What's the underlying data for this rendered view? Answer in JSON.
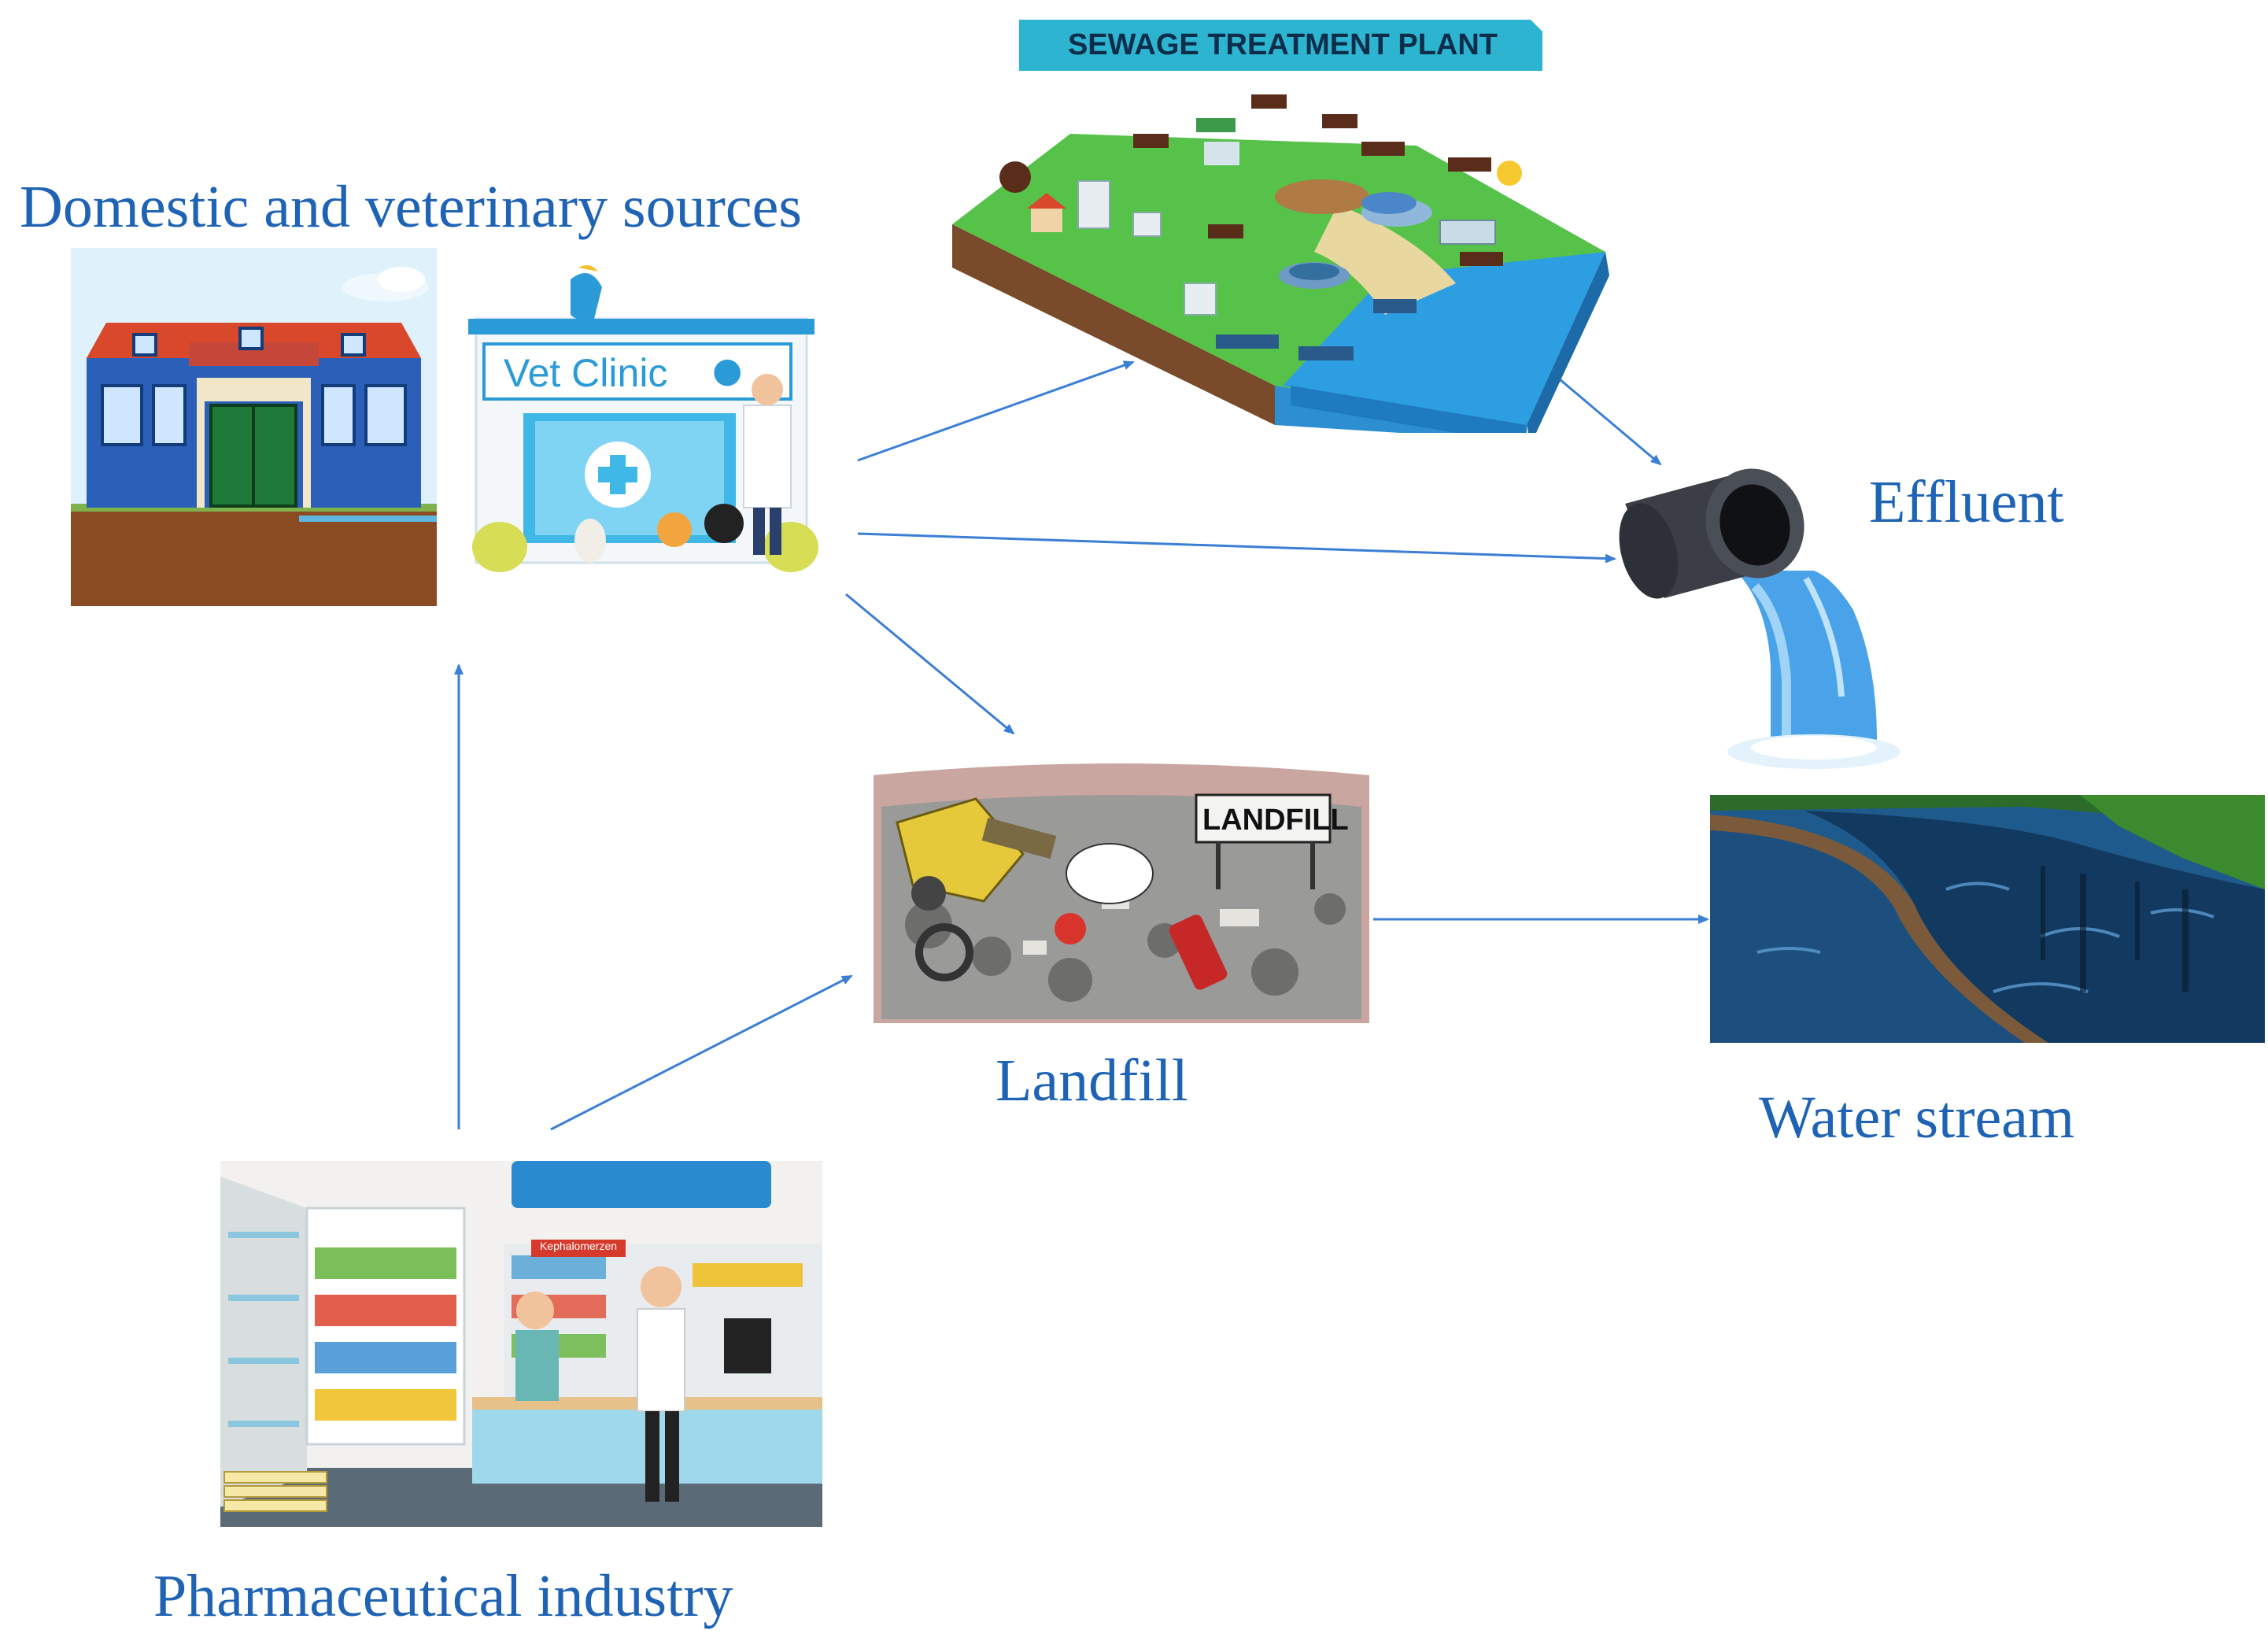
{
  "labels": {
    "domestic": "Domestic and veterinary sources",
    "effluent": "Effluent",
    "landfill": "Landfill",
    "water_stream": "Water stream",
    "pharma": "Pharmaceutical industry"
  },
  "panels": {
    "sewage_title": "SEWAGE TREATMENT PLANT",
    "vet_sign": "Vet Clinic",
    "landfill_sign": "LANDFILL",
    "pharmacy_sign": "Kephalomerzen"
  },
  "colors": {
    "label_blue": "#1f63b5",
    "arrow_blue": "#3b7fd4",
    "sewage_banner": "#2db4d0",
    "water": "#1e5a8c"
  }
}
